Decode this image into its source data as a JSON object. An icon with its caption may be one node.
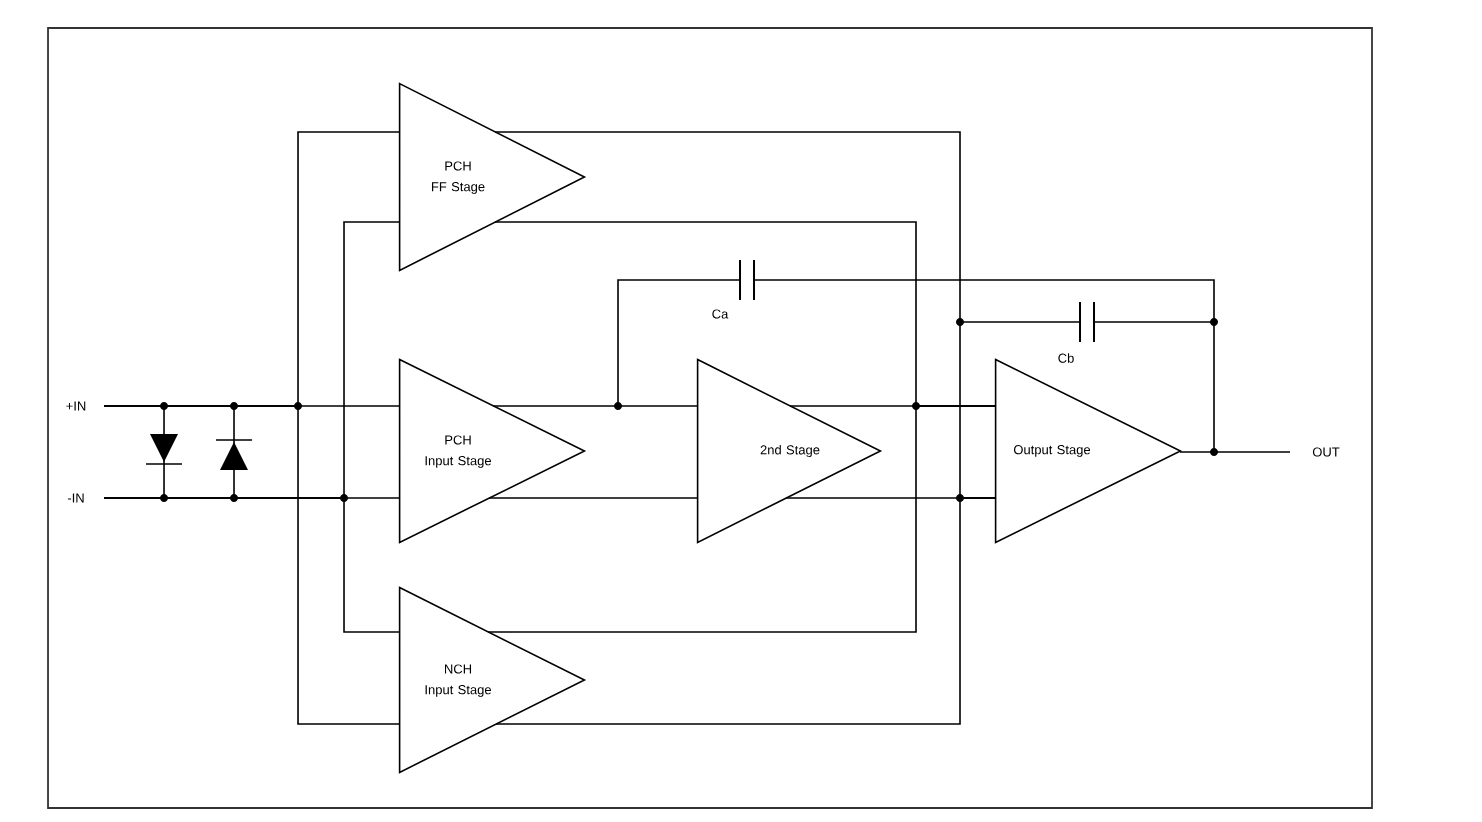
{
  "diagram": {
    "nodes": [
      {
        "text": [
          "+IN"
        ]
      },
      {
        "text": [
          "-IN"
        ]
      },
      {
        "text": [
          "PCH",
          "FF Stage"
        ]
      },
      {
        "text": [
          "PCH",
          "Input Stage"
        ]
      },
      {
        "text": [
          "2nd Stage"
        ]
      },
      {
        "text": [
          "Output Stage"
        ]
      },
      {
        "text": [
          "NCH",
          "Input Stage"
        ]
      },
      {
        "text": [
          "OUT"
        ]
      }
    ],
    "edges": [
      {
        "from": 0,
        "to": 3,
        "arrow": "none"
      },
      {
        "from": 1,
        "to": 3,
        "arrow": "none"
      },
      {
        "from": 0,
        "to": 2,
        "arrow": "none"
      },
      {
        "from": 1,
        "to": 2,
        "arrow": "none"
      },
      {
        "from": 0,
        "to": 6,
        "arrow": "none"
      },
      {
        "from": 1,
        "to": 6,
        "arrow": "none"
      },
      {
        "from": 3,
        "to": 4,
        "arrow": "none"
      },
      {
        "from": 3,
        "to": 4,
        "arrow": "none"
      },
      {
        "from": 4,
        "to": 5,
        "arrow": "none"
      },
      {
        "from": 4,
        "to": 5,
        "arrow": "none"
      },
      {
        "from": 2,
        "to": 5,
        "arrow": "none"
      },
      {
        "from": 2,
        "to": 5,
        "arrow": "none"
      },
      {
        "from": 6,
        "to": 5,
        "arrow": "none"
      },
      {
        "from": 6,
        "to": 5,
        "arrow": "none"
      },
      {
        "from": 5,
        "to": 7,
        "arrow": "none"
      }
    ],
    "labels": [
      "Ca",
      "Cb"
    ]
  }
}
